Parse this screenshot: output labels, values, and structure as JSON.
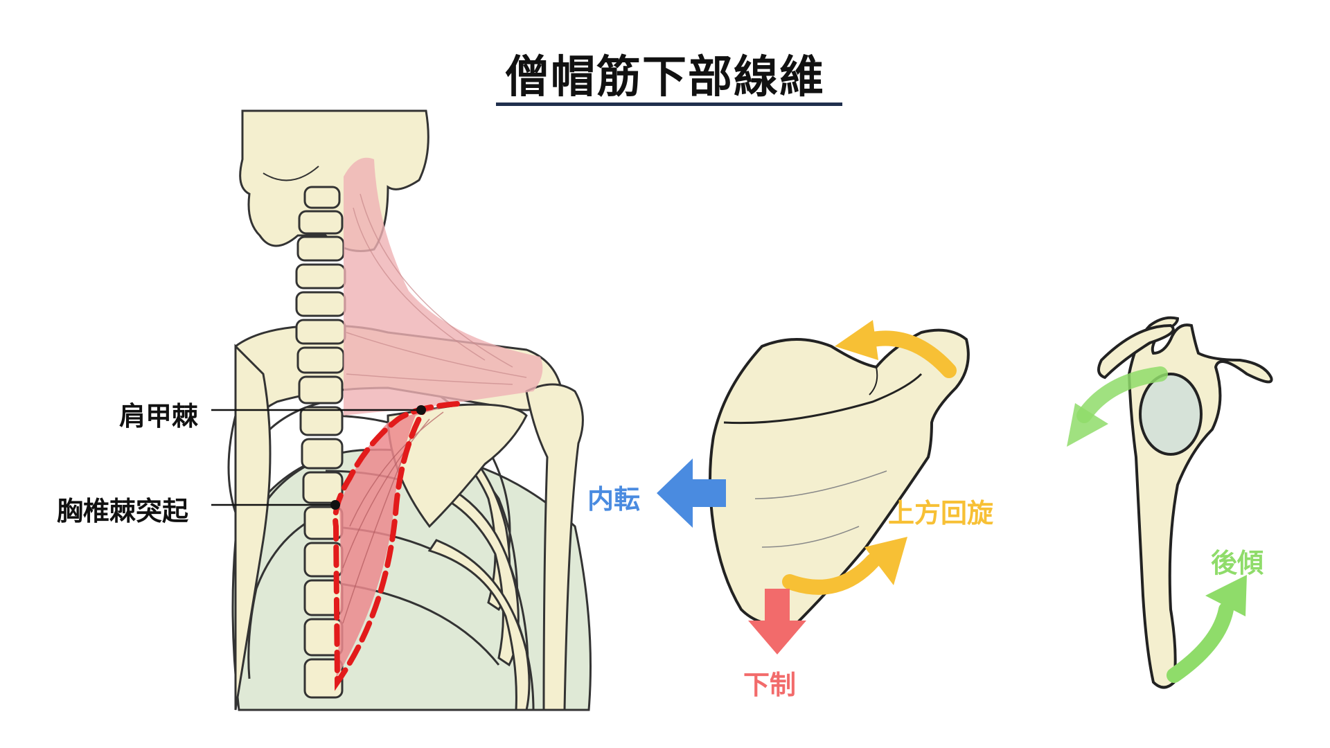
{
  "title": "僧帽筋下部線維",
  "labels": {
    "scapular_spine": "肩甲棘",
    "thoracic_spinous_process": "胸椎棘突起"
  },
  "movements": {
    "adduction": "内転",
    "upward_rotation": "上方回旋",
    "depression": "下制",
    "posterior_tilt": "後傾"
  },
  "colors": {
    "adduction": "#4a8be0",
    "upward_rotation": "#f7c035",
    "depression": "#f26b6b",
    "posterior_tilt": "#8fdc6a",
    "muscle_outline": "#e21b1b",
    "title_underline": "#1f2f4d",
    "bone": "#f4efcf",
    "muscle": "#efb2b4"
  }
}
